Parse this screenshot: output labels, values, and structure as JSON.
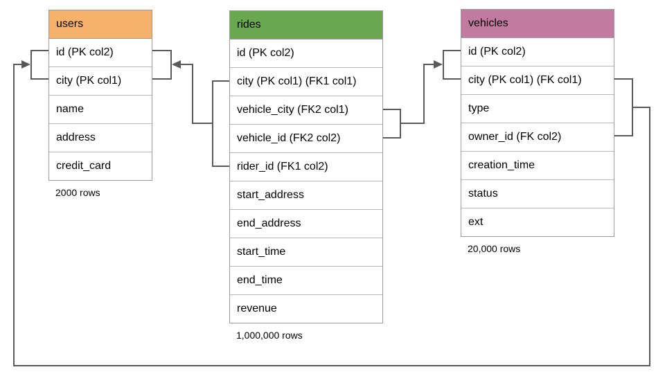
{
  "diagram": {
    "tables": [
      {
        "name": "users",
        "header_color": "#f6b26b",
        "columns": [
          "id (PK col2)",
          "city (PK col1)",
          "name",
          "address",
          "credit_card"
        ],
        "row_count_label": "2000 rows"
      },
      {
        "name": "rides",
        "header_color": "#6aa84f",
        "columns": [
          "id (PK col2)",
          "city (PK col1) (FK1 col1)",
          "vehicle_city (FK2 col1)",
          "vehicle_id (FK2 col2)",
          "rider_id (FK1 col2)",
          "start_address",
          "end_address",
          "start_time",
          "end_time",
          "revenue"
        ],
        "row_count_label": "1,000,000 rows"
      },
      {
        "name": "vehicles",
        "header_color": "#c27ba0",
        "columns": [
          "id (PK col2)",
          "city (PK col1) (FK col1)",
          "type",
          "owner_id (FK col2)",
          "creation_time",
          "status",
          "ext"
        ],
        "row_count_label": "20,000 rows"
      }
    ],
    "relationships": [
      {
        "name": "FK1",
        "from": "rides (city, rider_id)",
        "to": "users (city, id)"
      },
      {
        "name": "FK2",
        "from": "rides (vehicle_city, vehicle_id)",
        "to": "vehicles (city, id)"
      },
      {
        "name": "FK",
        "from": "vehicles (city, owner_id)",
        "to": "users (city, id)"
      }
    ],
    "colors": {
      "connector": "#595959",
      "table_border": "#9a9a9a",
      "row_divider": "#b7b7b7",
      "users_header": "#f6b26b",
      "rides_header": "#6aa84f",
      "vehicles_header": "#c27ba0"
    }
  }
}
